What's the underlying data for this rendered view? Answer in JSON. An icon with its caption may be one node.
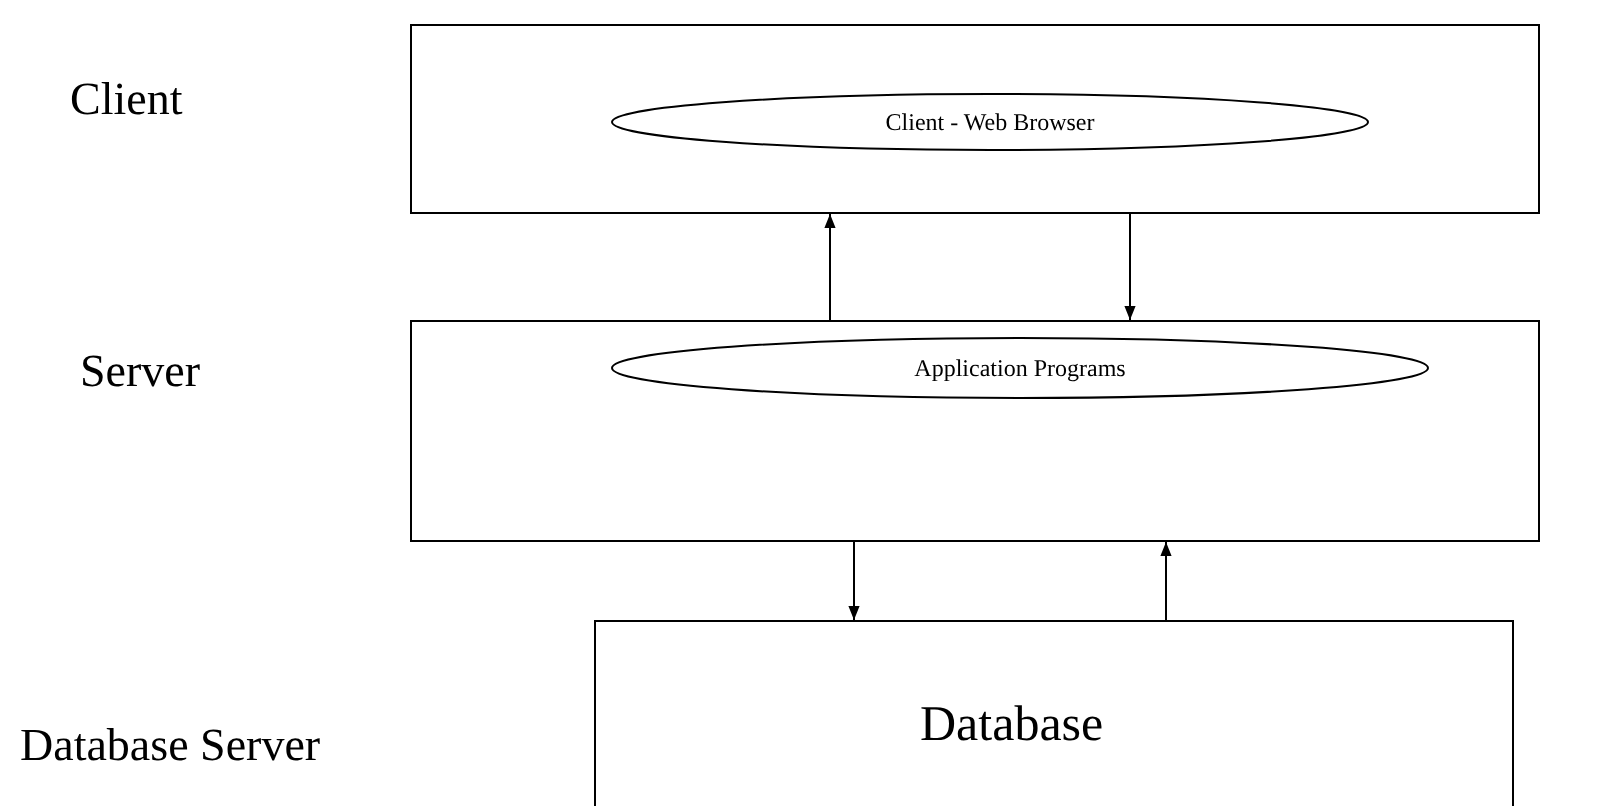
{
  "diagram": {
    "nodes": [
      {
        "text": [],
        "shape": "box"
      },
      {
        "text": [
          "Client - Web Browser"
        ],
        "in": 0
      },
      {
        "text": [],
        "shape": "box"
      },
      {
        "text": [
          "Application Programs"
        ],
        "in": 2
      },
      {
        "text": [
          "Database"
        ]
      }
    ],
    "edges": [
      {
        "from": 2,
        "to": 0,
        "arrow": "to"
      },
      {
        "from": 0,
        "to": 2,
        "arrow": "to"
      },
      {
        "from": 2,
        "to": 4,
        "arrow": "to"
      },
      {
        "from": 4,
        "to": 2,
        "arrow": "to"
      }
    ],
    "labels": [
      "Client",
      "Server",
      "Database Server"
    ]
  }
}
